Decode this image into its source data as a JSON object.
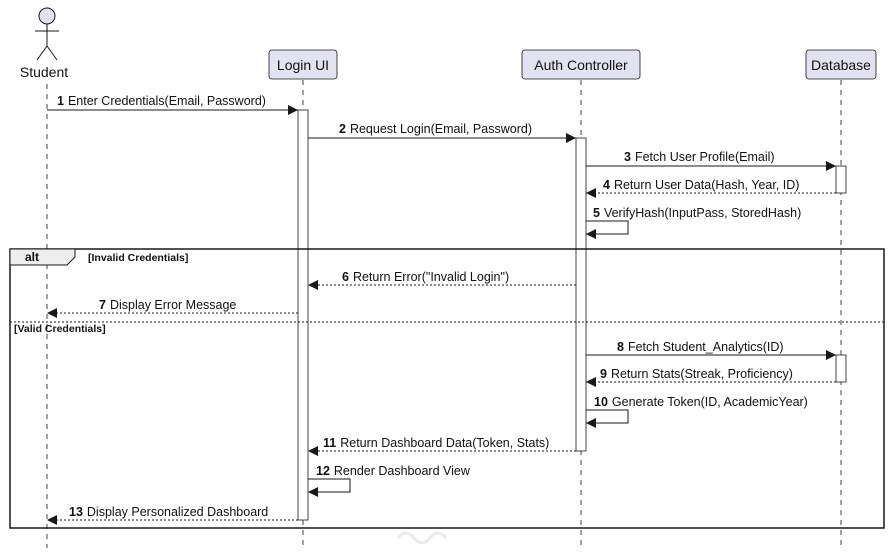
{
  "participants": {
    "student": "Student",
    "login_ui": "Login UI",
    "auth_controller": "Auth Controller",
    "database": "Database"
  },
  "messages": [
    {
      "n": "1",
      "text": "Enter Credentials(Email, Password)"
    },
    {
      "n": "2",
      "text": "Request Login(Email, Password)"
    },
    {
      "n": "3",
      "text": "Fetch User Profile(Email)"
    },
    {
      "n": "4",
      "text": "Return User Data(Hash, Year, ID)"
    },
    {
      "n": "5",
      "text": "VerifyHash(InputPass, StoredHash)"
    },
    {
      "n": "6",
      "text": "Return Error(\"Invalid Login\")"
    },
    {
      "n": "7",
      "text": "Display Error Message"
    },
    {
      "n": "8",
      "text": "Fetch Student_Analytics(ID)"
    },
    {
      "n": "9",
      "text": "Return Stats(Streak, Proficiency)"
    },
    {
      "n": "10",
      "text": "Generate Token(ID, AcademicYear)"
    },
    {
      "n": "11",
      "text": "Return Dashboard Data(Token, Stats)"
    },
    {
      "n": "12",
      "text": "Render Dashboard View"
    },
    {
      "n": "13",
      "text": "Display Personalized Dashboard"
    }
  ],
  "fragment": {
    "operator": "alt",
    "guard_1": "[Invalid Credentials]",
    "guard_2": "[Valid Credentials]"
  },
  "colors": {
    "participant_fill": "#e2e2f0",
    "participant_stroke": "#181818",
    "line": "#181818"
  }
}
